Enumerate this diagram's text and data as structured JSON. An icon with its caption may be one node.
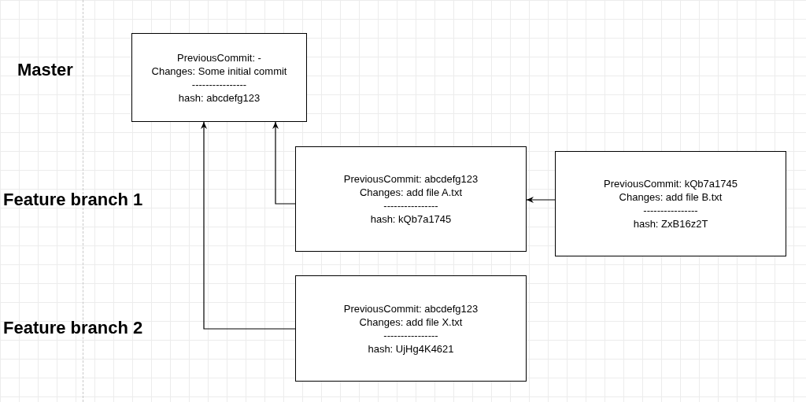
{
  "diagram": {
    "nodes": [
      {
        "text": [
          "PreviousCommit: -",
          "Changes: Some initial commit",
          "----------------",
          "hash: abcdefg123"
        ]
      },
      {
        "text": [
          "PreviousCommit: abcdefg123",
          "Changes: add file A.txt",
          "----------------",
          "hash: kQb7a1745"
        ]
      },
      {
        "text": [
          "PreviousCommit: kQb7a1745",
          "Changes: add file B.txt",
          "----------------",
          "hash: ZxB16z2T"
        ]
      },
      {
        "text": [
          "PreviousCommit: abcdefg123",
          "Changes: add file X.txt",
          "----------------",
          "hash: UjHg4K4621"
        ]
      }
    ],
    "edges": [
      {
        "from": 1,
        "to": 0,
        "arrow": "to"
      },
      {
        "from": 2,
        "to": 1,
        "arrow": "to"
      },
      {
        "from": 3,
        "to": 0,
        "arrow": "to"
      }
    ],
    "labels": [
      "Master",
      "Feature branch 1",
      "Feature branch 2"
    ]
  }
}
